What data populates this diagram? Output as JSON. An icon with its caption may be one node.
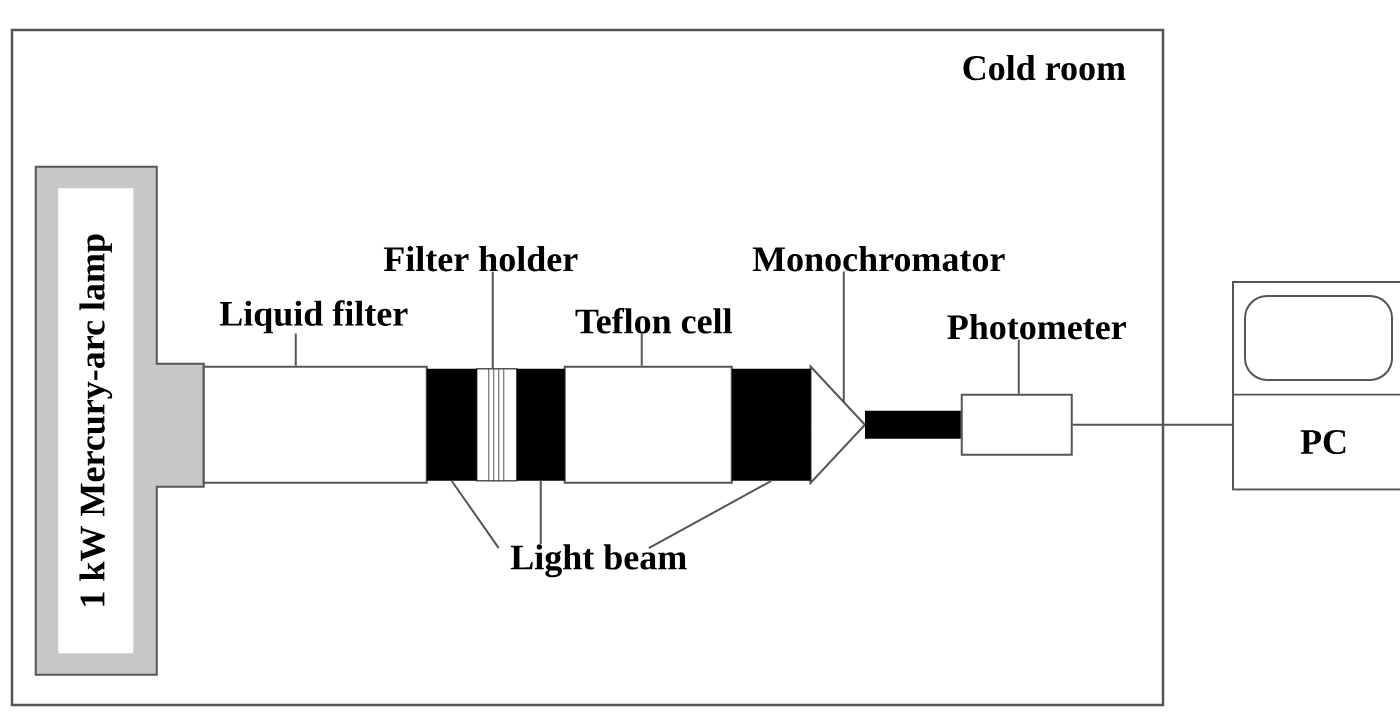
{
  "diagram": {
    "nodes": [
      {
        "text": [
          "Cold room"
        ]
      },
      {
        "text": [
          "1 kW Mercury-arc lamp"
        ],
        "in": 0
      },
      {
        "text": [
          "Liquid filter"
        ],
        "in": 0
      },
      {
        "text": [],
        "shape": "box",
        "in": 0
      },
      {
        "text": [
          "Filter holder"
        ],
        "in": 0
      },
      {
        "text": [],
        "shape": "box",
        "in": 0
      },
      {
        "text": [
          "Teflon cell"
        ],
        "in": 0
      },
      {
        "text": [],
        "shape": "box",
        "in": 0
      },
      {
        "text": [
          "Monochromator"
        ],
        "in": 0
      },
      {
        "text": [],
        "shape": "triangle",
        "in": 0
      },
      {
        "text": [
          "Photometer"
        ],
        "in": 0
      },
      {
        "text": [],
        "shape": "box",
        "in": 0
      },
      {
        "text": [
          "Light beam"
        ],
        "in": 0
      },
      {
        "text": [],
        "shape": "bar",
        "in": 0
      },
      {
        "text": [],
        "shape": "bar",
        "in": 0
      },
      {
        "text": [],
        "shape": "bar",
        "in": 0
      },
      {
        "text": [
          "PC"
        ]
      }
    ],
    "edges": [
      {
        "from": 2,
        "to": 3,
        "arrow": "none"
      },
      {
        "from": 4,
        "to": 5,
        "arrow": "none"
      },
      {
        "from": 6,
        "to": 7,
        "arrow": "none"
      },
      {
        "from": 8,
        "to": 9,
        "arrow": "none"
      },
      {
        "from": 10,
        "to": 11,
        "arrow": "none"
      },
      {
        "from": 12,
        "to": 13,
        "arrow": "none"
      },
      {
        "from": 12,
        "to": 14,
        "arrow": "none"
      },
      {
        "from": 12,
        "to": 15,
        "arrow": "none"
      },
      {
        "from": 9,
        "to": 11,
        "arrow": "none",
        "style": "thick"
      },
      {
        "from": 11,
        "to": 16,
        "arrow": "none"
      }
    ]
  }
}
